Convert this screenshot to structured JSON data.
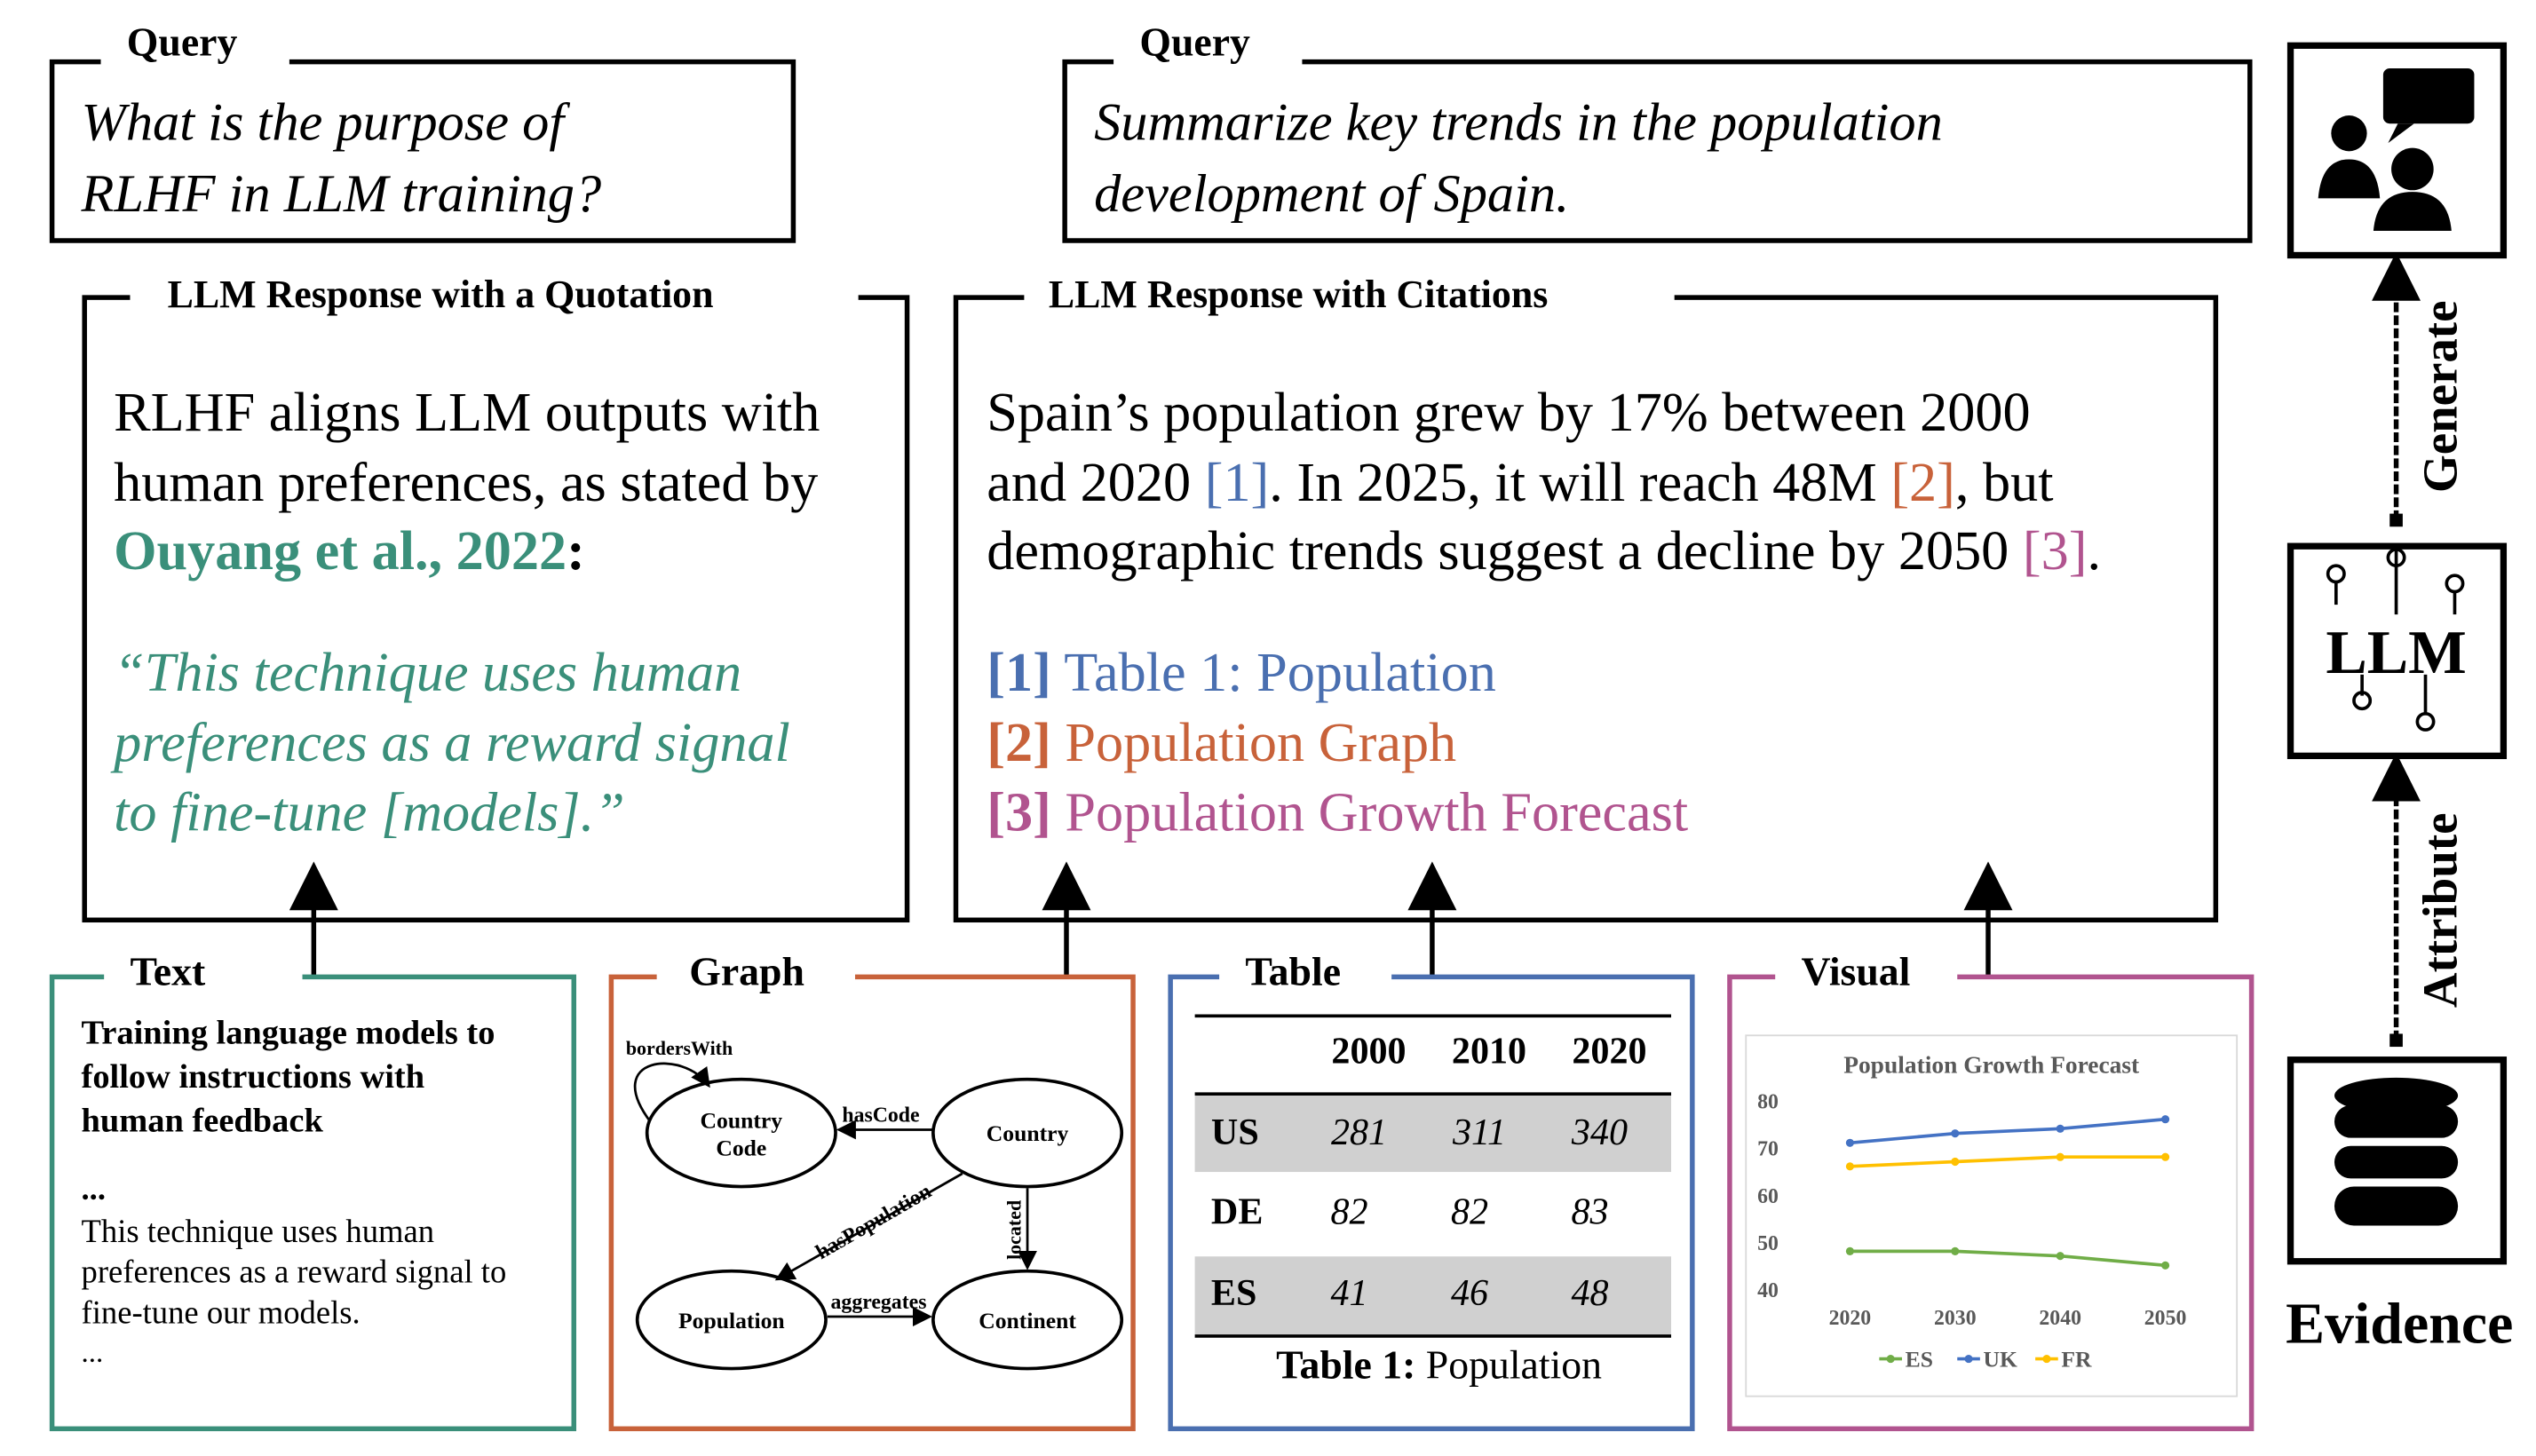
{
  "query1": {
    "heading": "Query",
    "lines": [
      "What is the purpose of",
      "RLHF in LLM training?"
    ]
  },
  "query2": {
    "heading": "Query",
    "lines": [
      "Summarize key trends in the population",
      "development of Spain."
    ]
  },
  "response1": {
    "heading": "LLM Response with a Quotation",
    "line1": "RLHF aligns LLM outputs with",
    "line2": "human preferences, as stated by",
    "cite": "Ouyang et al., 2022",
    "colon": ":",
    "quote_lines": [
      "“This technique uses human",
      "preferences as a reward signal",
      "to fine-tune [models].”"
    ]
  },
  "response2": {
    "heading": "LLM Response with Citations",
    "line1": "Spain’s population grew by 17% between 2000",
    "line2_a": "and 2020 ",
    "ref1": "[1]",
    "line2_b": ". In 2025, it will reach 48M ",
    "ref2": "[2]",
    "line2_c": ", but",
    "line3_a": "demographic trends suggest a decline by 2050 ",
    "ref3": "[3]",
    "line3_b": ".",
    "references": [
      {
        "tag": "[1]",
        "text": " Table 1: Population"
      },
      {
        "tag": "[2]",
        "text": " Population Graph"
      },
      {
        "tag": "[3]",
        "text": " Population Growth Forecast"
      }
    ]
  },
  "evidence": {
    "text": {
      "heading": "Text",
      "title_lines": [
        "Training language models to",
        "follow instructions with",
        "human feedback"
      ],
      "ellipsis_top": "...",
      "body_lines": [
        "This technique uses human",
        "preferences as a reward signal to",
        "fine-tune our models."
      ],
      "ellipsis_bottom": "..."
    },
    "graph": {
      "heading": "Graph",
      "nodes": {
        "country_code_1": "Country",
        "country_code_2": "Code",
        "country": "Country",
        "population": "Population",
        "continent": "Continent"
      },
      "edges": {
        "borders_with": "bordersWith",
        "has_code": "hasCode",
        "has_population": "hasPopulation",
        "located": "located",
        "aggregates": "aggregates"
      }
    },
    "table": {
      "heading": "Table",
      "columns": [
        "2000",
        "2010",
        "2020"
      ],
      "rows": [
        {
          "label": "US",
          "values": [
            "281",
            "311",
            "340"
          ]
        },
        {
          "label": "DE",
          "values": [
            "82",
            "82",
            "83"
          ]
        },
        {
          "label": "ES",
          "values": [
            "41",
            "46",
            "48"
          ]
        }
      ],
      "caption_bold": "Table 1:",
      "caption_rest": " Population"
    },
    "visual": {
      "heading": "Visual"
    }
  },
  "pipeline": {
    "llm_label": "LLM",
    "evidence_label": "Evidence",
    "generate_label": "Generate",
    "attribute_label": "Attribute"
  },
  "colors": {
    "text_green": "#3a8f7a",
    "graph_orange": "#c8623a",
    "table_blue": "#4a6fb0",
    "visual_pink": "#b1548f",
    "row_gray": "#d0d0d0",
    "es_line": "#70ad47",
    "uk_line": "#4472c4",
    "fr_line": "#ffc000"
  },
  "chart_data": {
    "type": "line",
    "title": "Population Growth Forecast",
    "x": [
      2020,
      2030,
      2040,
      2050
    ],
    "series": [
      {
        "name": "ES",
        "values": [
          48,
          48,
          47,
          45
        ]
      },
      {
        "name": "UK",
        "values": [
          71,
          73,
          74,
          76
        ]
      },
      {
        "name": "FR",
        "values": [
          66,
          67,
          68,
          68
        ]
      }
    ],
    "ylim": [
      40,
      80
    ],
    "yticks": [
      "40",
      "50",
      "60",
      "70",
      "80"
    ],
    "xticks": [
      "2020",
      "2030",
      "2040",
      "2050"
    ],
    "legend_position": "bottom"
  }
}
